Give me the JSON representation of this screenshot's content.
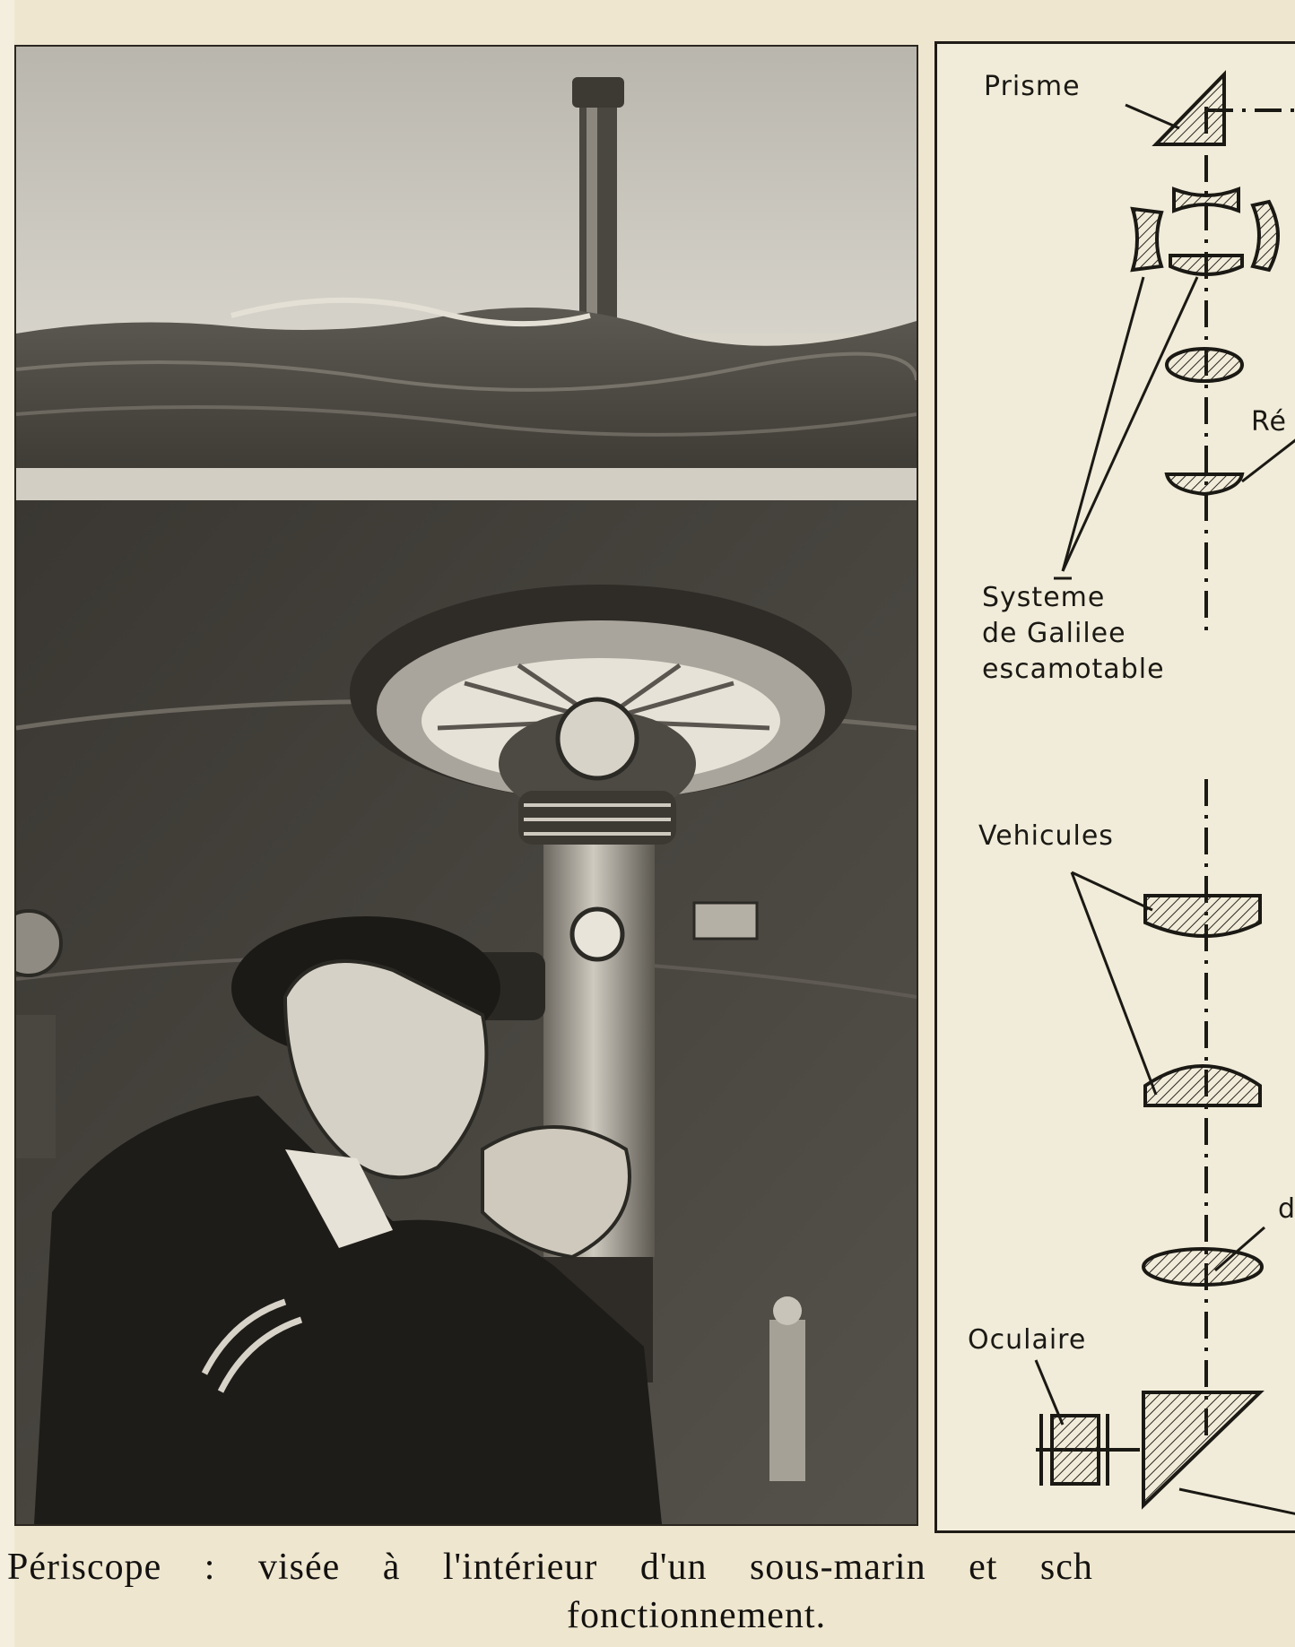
{
  "illustration": {
    "icon": "submarine-periscope-illustration"
  },
  "diagram": {
    "labels": {
      "prisme": "Prisme",
      "galilee_line1": "Systeme",
      "galilee_line2": "de Galilee",
      "galilee_line3": "escamotable",
      "vehicules": "Vehicules",
      "oculaire": "Oculaire",
      "cut_right_1": "Ré",
      "cut_right_2": "d"
    }
  },
  "caption": {
    "line1": "Périscope : visée à l'intérieur d'un sous-marin et sch",
    "line2": "fonctionnement."
  }
}
